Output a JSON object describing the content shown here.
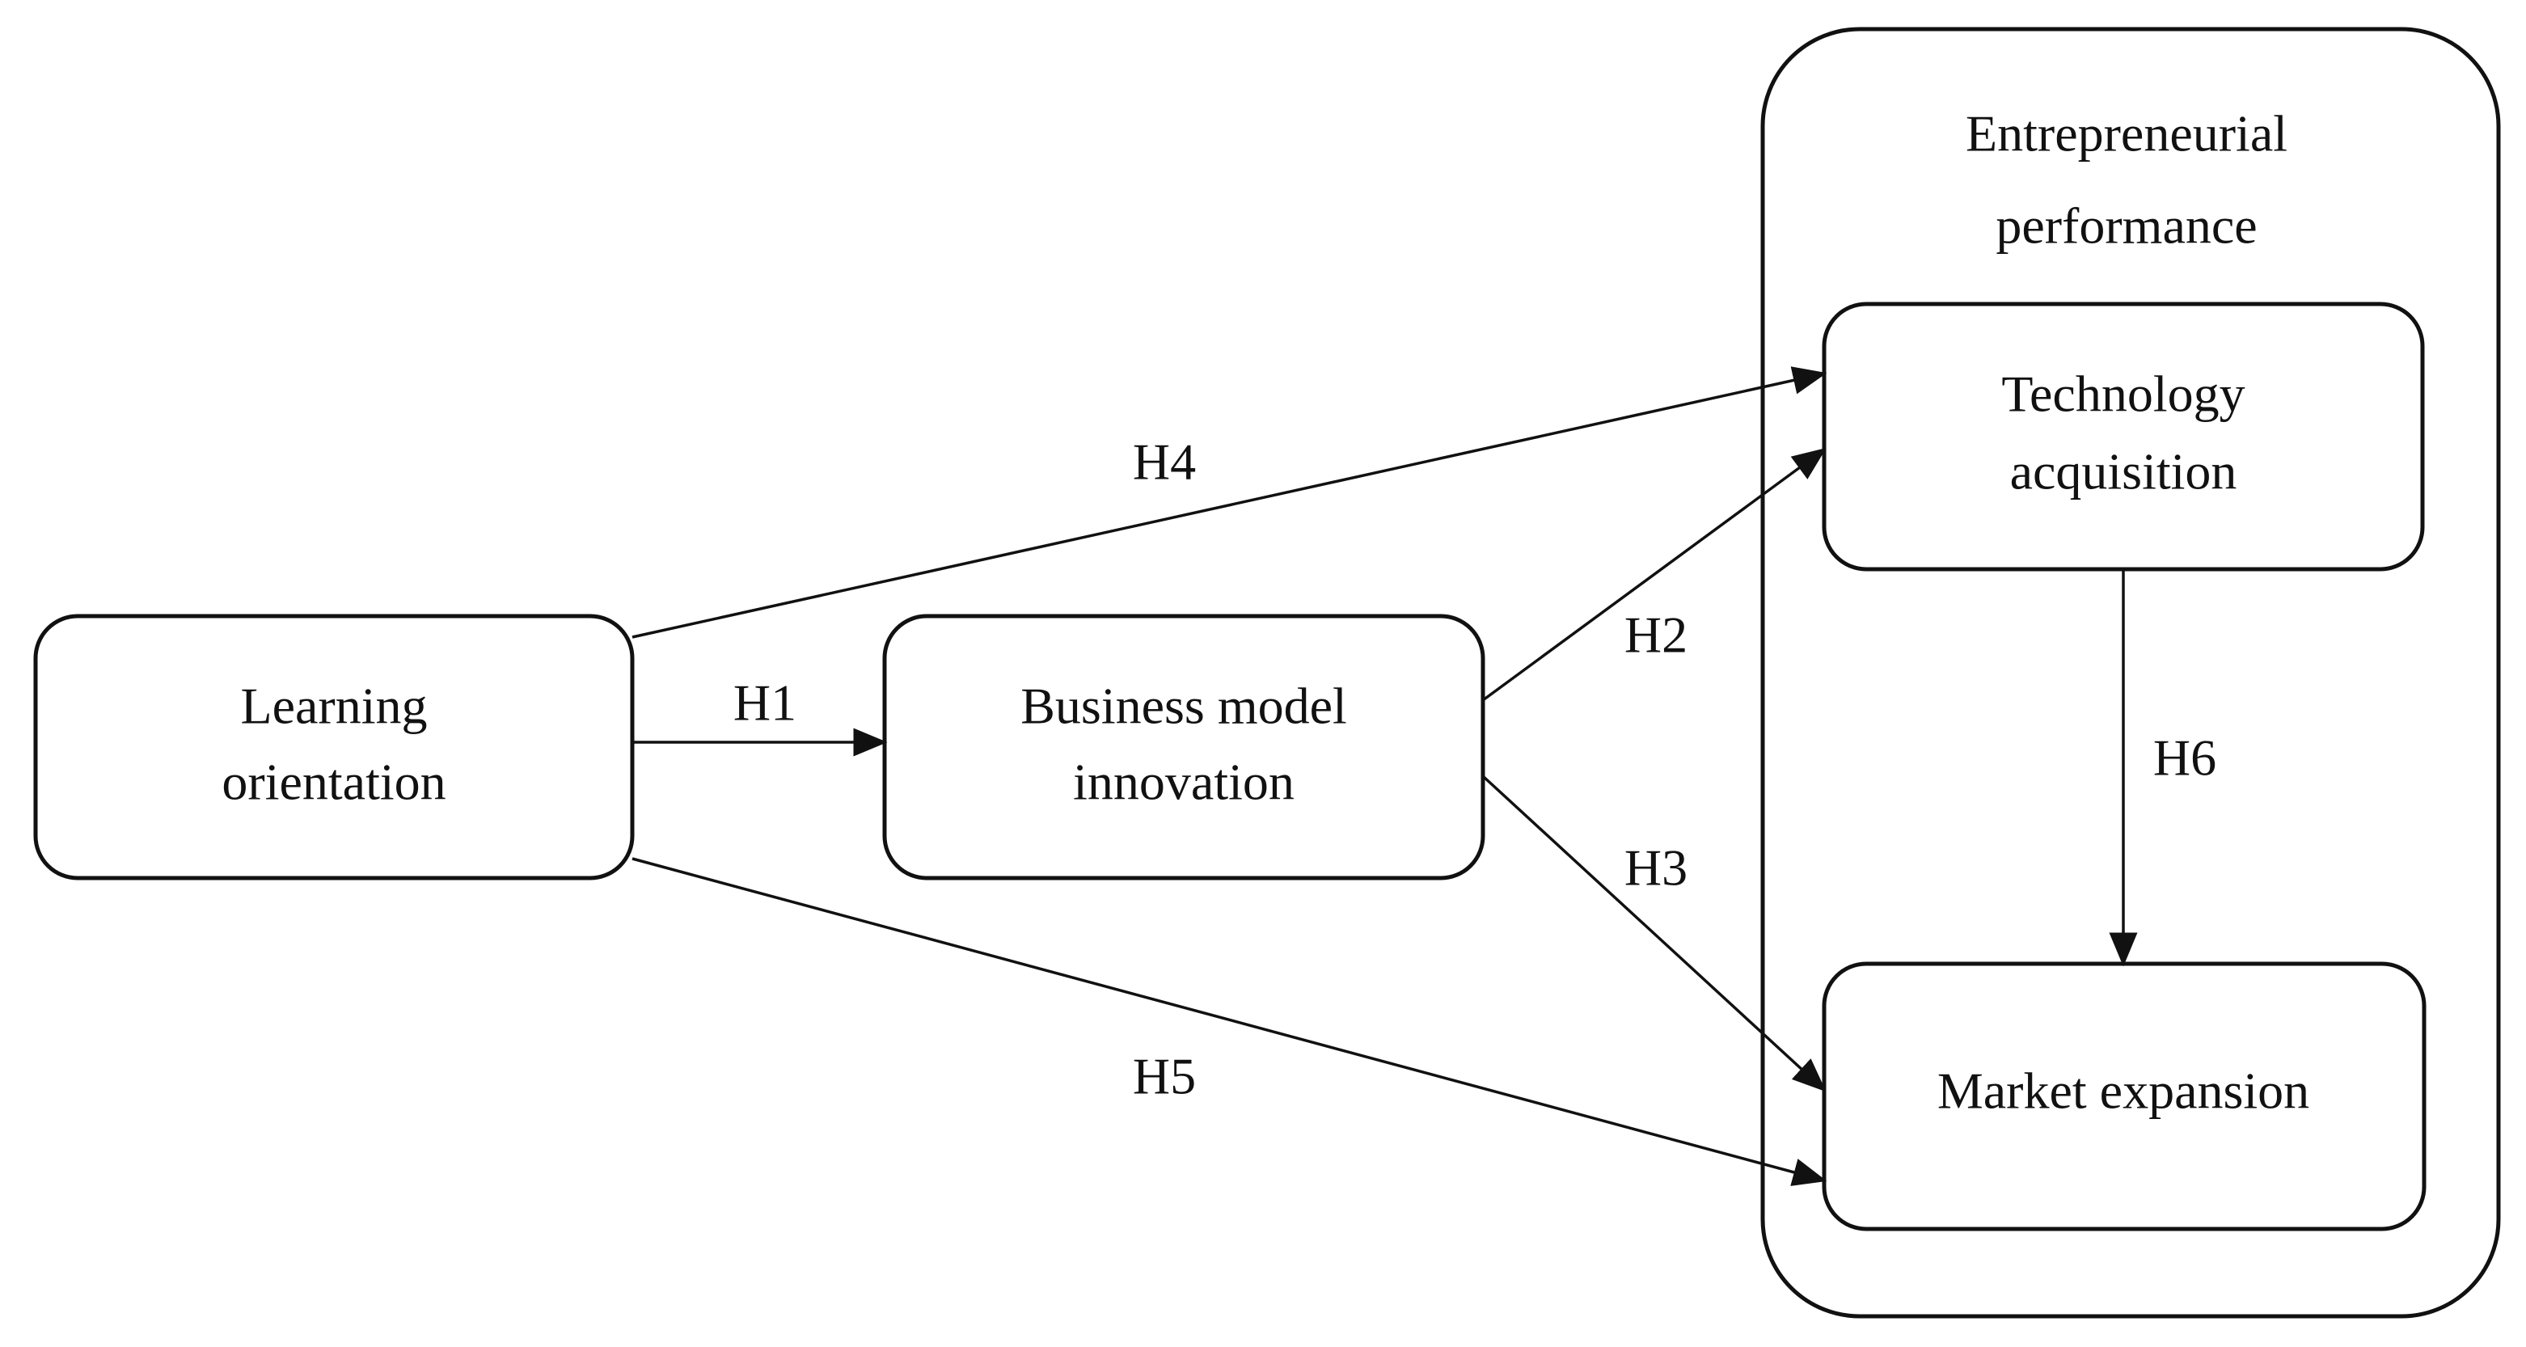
{
  "group": {
    "label_line1": "Entrepreneurial",
    "label_line2": "performance"
  },
  "nodes": {
    "learning": {
      "line1": "Learning",
      "line2": "orientation"
    },
    "bmi": {
      "line1": "Business model",
      "line2": "innovation"
    },
    "tech": {
      "line1": "Technology",
      "line2": "acquisition"
    },
    "market": {
      "line1": "Market expansion"
    }
  },
  "edges": {
    "h1": "H1",
    "h2": "H2",
    "h3": "H3",
    "h4": "H4",
    "h5": "H5",
    "h6": "H6"
  }
}
